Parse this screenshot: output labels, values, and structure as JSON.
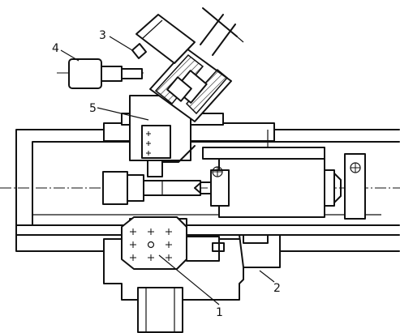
{
  "labels": {
    "part_1": "1",
    "part_2": "2",
    "part_3": "3",
    "part_4": "4",
    "part_5": "5"
  },
  "colors": {
    "line": "#111111",
    "background": "#ffffff"
  }
}
